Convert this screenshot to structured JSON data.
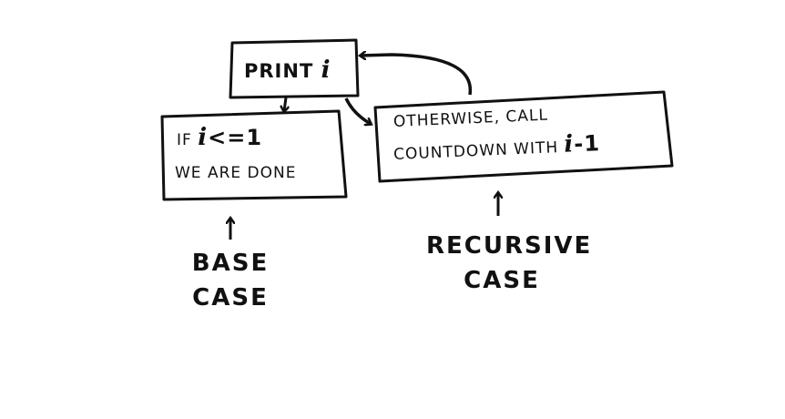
{
  "diagram": {
    "type": "flowchart",
    "style": "hand-drawn",
    "colors": {
      "ink": "#111111",
      "background": "#ffffff"
    },
    "nodes": {
      "print": {
        "text": "PRINT",
        "var": "i"
      },
      "base": {
        "line1_prefix": "IF",
        "line1_var": "i",
        "line1_op": "<=1",
        "line2": "WE ARE DONE"
      },
      "recursive": {
        "line1": "OTHERWISE, CALL",
        "line2_prefix": "COUNTDOWN WITH",
        "line2_var": "i",
        "line2_suffix": "-1"
      }
    },
    "labels": {
      "base": {
        "line1": "BASE",
        "line2": "CASE"
      },
      "recursive": {
        "line1": "RECURSIVE",
        "line2": "CASE"
      }
    },
    "edges": [
      {
        "from": "print",
        "to": "base"
      },
      {
        "from": "print",
        "to": "recursive"
      },
      {
        "from": "recursive",
        "to": "print"
      },
      {
        "from": "label-base",
        "to": "base"
      },
      {
        "from": "label-recursive",
        "to": "recursive"
      }
    ]
  }
}
